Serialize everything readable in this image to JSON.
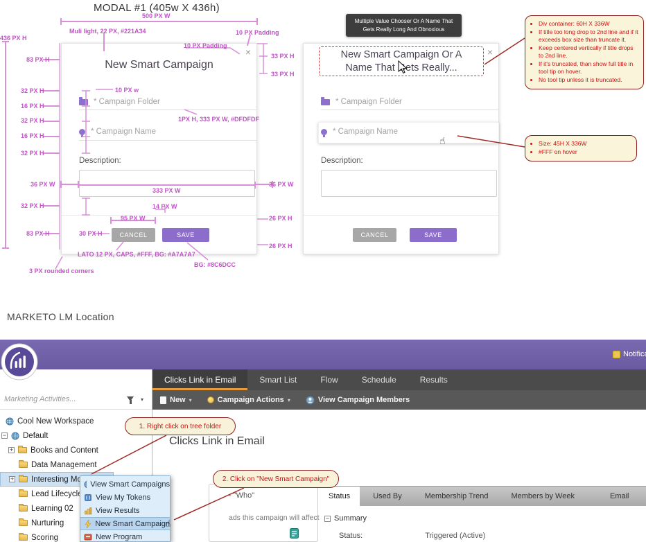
{
  "icons": {
    "caret_down": "▾",
    "hand": "☝"
  },
  "spec": {
    "heading": "MODAL #1 (405w X 436h)",
    "tooltip": "Multiple Value Chooser Or A Name That Gets Really Long And Obnoxious",
    "modal1": {
      "title": "New Smart Campaign",
      "close": "×",
      "folder_label": "* Campaign Folder",
      "name_label": "* Campaign Name",
      "description_label": "Description:",
      "cancel": "CANCEL",
      "save": "SAVE"
    },
    "modal2": {
      "title": "New Smart Campaign Or A Name That Gets Really...",
      "close": "×",
      "folder_label": "* Campaign Folder",
      "name_label": "* Campaign Name",
      "description_label": "Description:",
      "cancel": "CANCEL",
      "save": "SAVE"
    },
    "measurements": [
      "500 PX W",
      "Muli light, 22 PX, #221A34",
      "10 PX Padding",
      "10 PX Padding",
      "436 PX H",
      "83 PX H",
      "33 PX H",
      "33 PX H",
      "32 PX H",
      "10 PX w",
      "16 PX H",
      "32 PX H",
      "1PX H, 333 PX W, #DFDFDF",
      "16 PX H",
      "32 PX H",
      "36 PX W",
      "333 PX W",
      "36 PX W",
      "32 PX H",
      "14 PX W",
      "26 PX H",
      "95 PX W",
      "83 PX H",
      "30 PX H",
      "LATO 12 PX, CAPS, #FFF, BG: #A7A7A7",
      "26 PX H",
      "BG: #8C6DCC",
      "3 PX rounded corners"
    ],
    "note1": {
      "items": [
        "Div container: 60H X 336W",
        "If title too long drop to 2nd line and if it exceeds box size than truncate it.",
        "Keep centered vertically if title drops to 2nd line.",
        "If it's truncated, than show full title in tool tip on hover.",
        "No tool tip unless it is truncated."
      ]
    },
    "note2": {
      "items": [
        "Size: 45H X 336W",
        "#FFF on hover"
      ]
    }
  },
  "location_heading": "MARKETO LM Location",
  "app": {
    "header": {
      "notifications": "Notifications"
    },
    "nav_tabs": [
      "Clicks Link in Email",
      "Smart List",
      "Flow",
      "Schedule",
      "Results"
    ],
    "toolbar": {
      "new": "New",
      "campaign_actions": "Campaign Actions",
      "view_members": "View Campaign Members"
    },
    "sidebar": {
      "search_placeholder": "Marketing Activities...",
      "tree": [
        "Cool New Workspace",
        "Default",
        "Books and Content",
        "Data Management",
        "Interesting Moments",
        "Lead Lifecycle",
        "Learning 02",
        "Nurturing",
        "Scoring"
      ]
    },
    "context_menu": [
      "View Smart Campaigns",
      "View My Tokens",
      "View Results",
      "New Smart Campaign",
      "New Program"
    ],
    "callout1": "1. Right click on tree folder",
    "callout2": "2. Click on \"New Smart Campaign\"",
    "content": {
      "page_title": "Clicks Link in Email",
      "fragment1": "- \"Who\"",
      "fragment2": "ads this campaign will affect",
      "result_tabs": [
        "Status",
        "Used By",
        "Membership Trend",
        "Members by Week",
        "Email"
      ],
      "summary": "Summary",
      "status_label": "Status:",
      "status_value": "Triggered (Active)"
    }
  }
}
